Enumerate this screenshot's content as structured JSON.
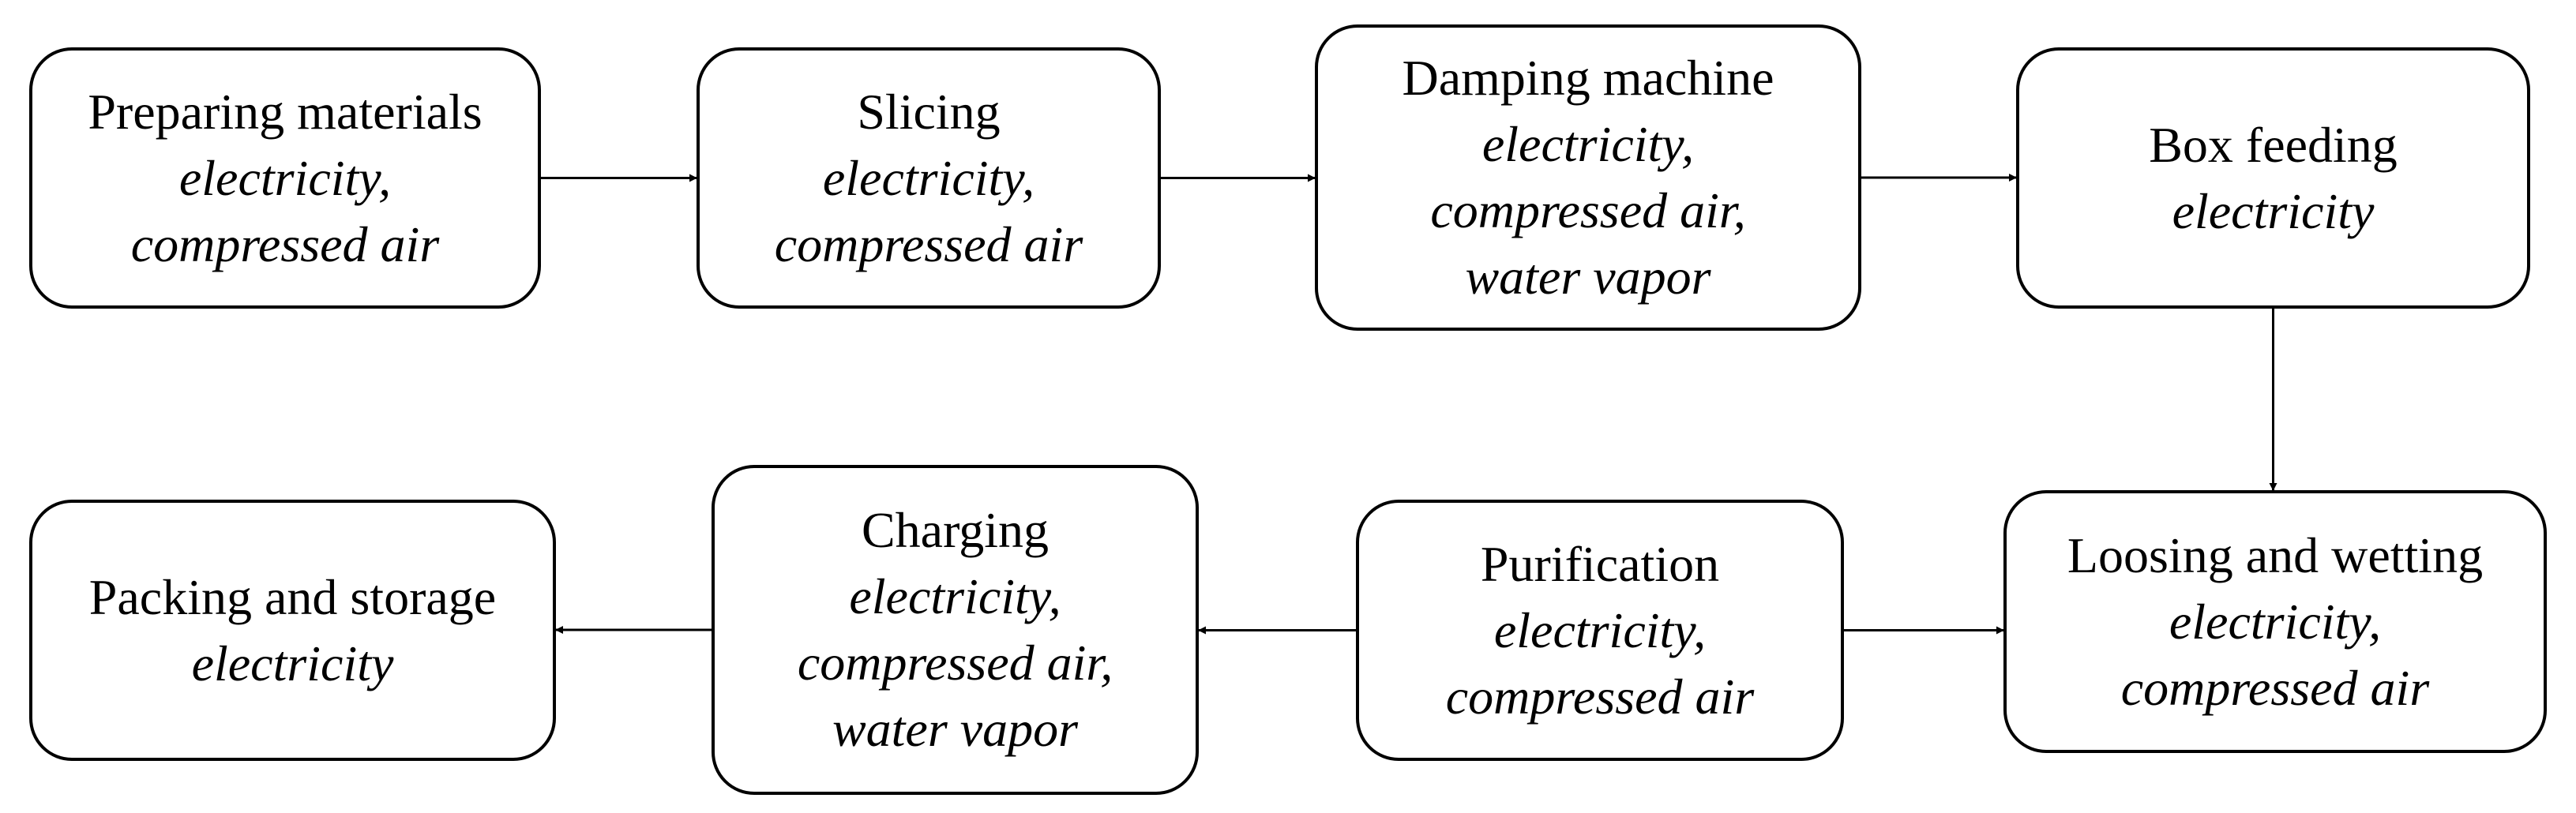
{
  "diagram": {
    "nodes": [
      {
        "id": "preparing-materials",
        "title": "Preparing materials",
        "resources": [
          "electricity,",
          "compressed air"
        ]
      },
      {
        "id": "slicing",
        "title": "Slicing",
        "resources": [
          "electricity,",
          "compressed air"
        ]
      },
      {
        "id": "damping-machine",
        "title": "Damping machine",
        "resources": [
          "electricity,",
          "compressed air,",
          "water vapor"
        ]
      },
      {
        "id": "box-feeding",
        "title": "Box feeding",
        "resources": [
          "electricity"
        ]
      },
      {
        "id": "loosing-and-wetting",
        "title": "Loosing and wetting",
        "resources": [
          "electricity,",
          "compressed air"
        ]
      },
      {
        "id": "purification",
        "title": "Purification",
        "resources": [
          "electricity,",
          "compressed air"
        ]
      },
      {
        "id": "charging",
        "title": "Charging",
        "resources": [
          "electricity,",
          "compressed air,",
          "water vapor"
        ]
      },
      {
        "id": "packing-and-storage",
        "title": "Packing and storage",
        "resources": [
          "electricity"
        ]
      }
    ],
    "edges": [
      {
        "from": "preparing-materials",
        "to": "slicing"
      },
      {
        "from": "slicing",
        "to": "damping-machine"
      },
      {
        "from": "damping-machine",
        "to": "box-feeding"
      },
      {
        "from": "box-feeding",
        "to": "loosing-and-wetting"
      },
      {
        "from": "purification",
        "to": "loosing-and-wetting"
      },
      {
        "from": "purification",
        "to": "charging"
      },
      {
        "from": "charging",
        "to": "packing-and-storage"
      }
    ]
  }
}
